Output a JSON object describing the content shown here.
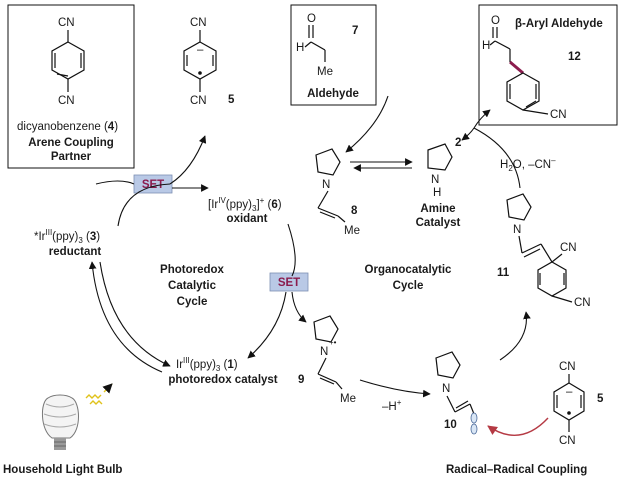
{
  "compounds": {
    "dicyanobenzene": {
      "name": "dicyanobenzene (",
      "number": "4",
      "close": ")",
      "cn_top": "CN",
      "cn_bottom": "CN"
    },
    "arene_partner": {
      "line1": "Arene Coupling",
      "line2": "Partner"
    },
    "radical_anion": {
      "number": "5",
      "cn_top": "CN",
      "cn_bottom": "CN"
    },
    "aldehyde": {
      "number": "7",
      "label": "Aldehyde",
      "H": "H",
      "O": "O",
      "Me": "Me"
    },
    "aryl_aldehyde": {
      "title": "β-Aryl Aldehyde",
      "number": "12",
      "H": "H",
      "O": "O",
      "CN": "CN"
    },
    "amine_catalyst": {
      "number": "2",
      "line1": "Amine",
      "line2": "Catalyst",
      "N": "N",
      "H": "H"
    },
    "enamine": {
      "number": "8",
      "N": "N",
      "Me": "Me"
    },
    "radical_cation": {
      "number": "9",
      "N": "N",
      "charge": "+•",
      "Me": "Me"
    },
    "allyl_radical": {
      "number": "10",
      "N": "N"
    },
    "adduct": {
      "number": "11",
      "N": "N",
      "CN_a": "CN",
      "CN_b": "CN"
    },
    "radical_anion_2": {
      "number": "5",
      "cn_top": "CN",
      "cn_bottom": "CN"
    }
  },
  "ir_species": {
    "oxidant_formula": "[Ir(ppy)3]+ (6)",
    "oxidant_label": "oxidant",
    "excited_formula": "*Ir(ppy)3 (3)",
    "excited_label": "reductant",
    "ground_formula": "Ir(ppy)3 (1)",
    "ground_label": "photoredox catalyst"
  },
  "cycles": {
    "photoredox": [
      "Photoredox",
      "Catalytic",
      "Cycle"
    ],
    "organo": [
      "Organocatalytic",
      "Cycle"
    ]
  },
  "badges": {
    "set1": "SET",
    "set2": "SET"
  },
  "conditions": {
    "hydrolysis": "H2O, –CN–",
    "deprotonation": "–H+"
  },
  "captions": {
    "light": "Household Light Bulb",
    "coupling": "Radical–Radical Coupling"
  },
  "colors": {
    "set_badge_bg": "#b9c9e6",
    "set_badge_text": "#8b1c4e",
    "new_bond": "#8b1c4e",
    "coupling_arrow": "#b53a44",
    "light_rays": "#e0c21a"
  }
}
